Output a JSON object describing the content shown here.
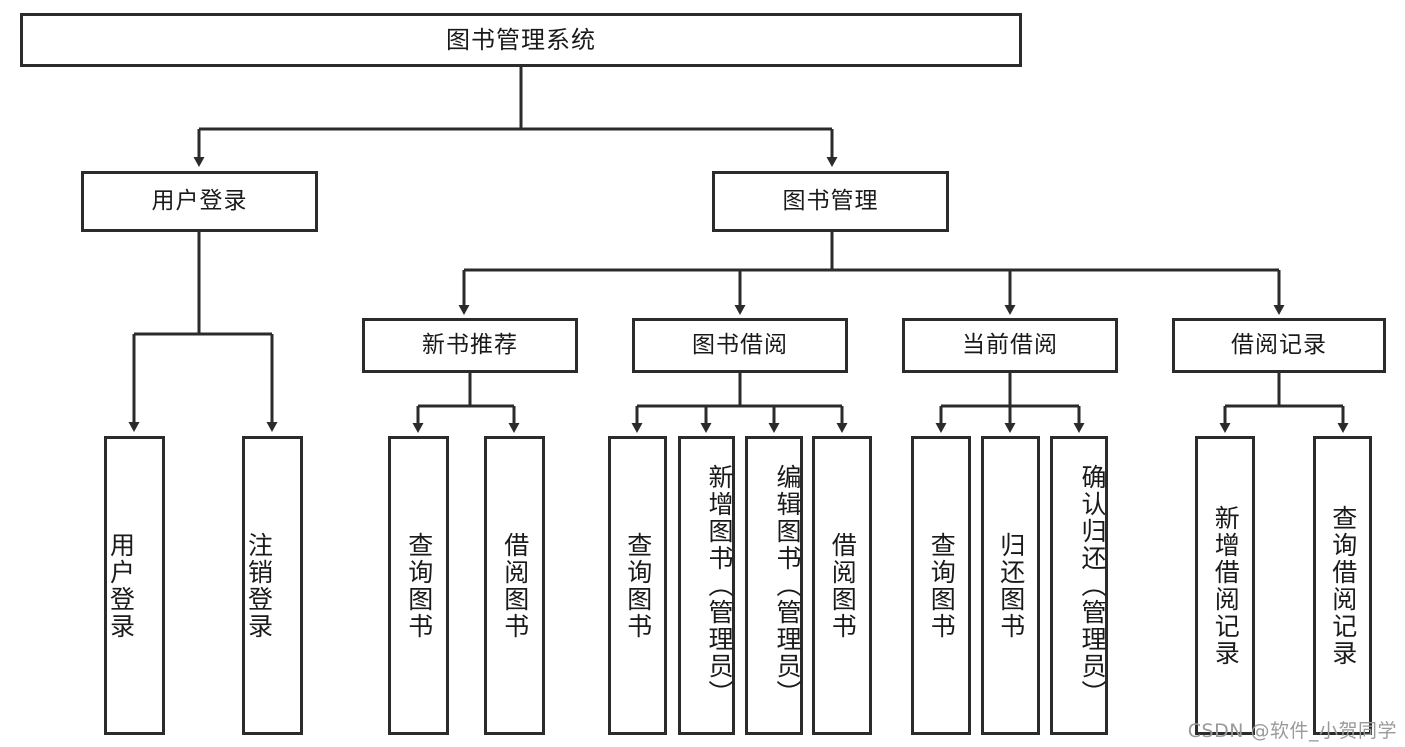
{
  "diagram": {
    "title": "图书管理系统",
    "watermark": "CSDN @软件_小贺同学",
    "colors": {
      "stroke": "#2b2b2b",
      "fill": "#ffffff",
      "text": "#1a1a1a",
      "watermark": "#9a9a9a"
    },
    "levels": {
      "root": {
        "label": "图书管理系统"
      },
      "level1": [
        {
          "label": "用户登录"
        },
        {
          "label": "图书管理"
        }
      ],
      "level2": [
        {
          "label": "新书推荐"
        },
        {
          "label": "图书借阅"
        },
        {
          "label": "当前借阅"
        },
        {
          "label": "借阅记录"
        }
      ],
      "leaves": {
        "user_login": [
          {
            "label": "用户登录"
          },
          {
            "label": "注销登录"
          }
        ],
        "new_book_recommend": [
          {
            "label": "查询图书"
          },
          {
            "label": "借阅图书"
          }
        ],
        "book_borrow": [
          {
            "label": "查询图书"
          },
          {
            "label": "新增图书（管理员）"
          },
          {
            "label": "编辑图书（管理员）"
          },
          {
            "label": "借阅图书"
          }
        ],
        "current_borrow": [
          {
            "label": "查询图书"
          },
          {
            "label": "归还图书"
          },
          {
            "label": "确认归还（管理员）"
          }
        ],
        "borrow_record": [
          {
            "label": "新增借阅记录"
          },
          {
            "label": "查询借阅记录"
          }
        ]
      }
    }
  }
}
